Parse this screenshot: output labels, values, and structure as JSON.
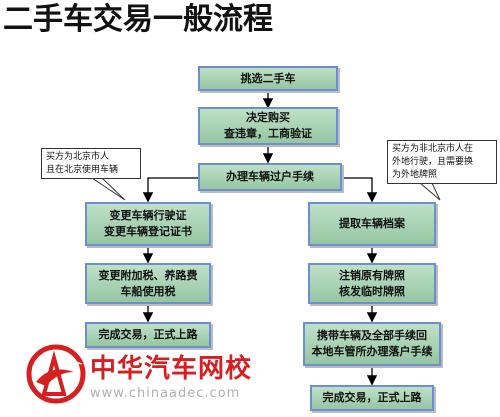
{
  "title": "二手车交易一般流程",
  "steps": {
    "select": "挑选二手车",
    "decide_line1": "决定购买",
    "decide_line2": "查违章，工商验证",
    "transfer": "办理车辆过户手续",
    "left1_line1": "变更车辆行驶证",
    "left1_line2": "变更车辆登记证书",
    "left2_line1": "变更附加税、养路费",
    "left2_line2": "车船使用税",
    "left3": "完成交易，正式上路",
    "right1": "提取车辆档案",
    "right2_line1": "注销原有牌照",
    "right2_line2": "核发临时牌照",
    "right3_line1": "携带车辆及全部手续回",
    "right3_line2": "本地车管所办理落户手续",
    "right4": "完成交易，正式上路"
  },
  "notes": {
    "left_line1": "买方为北京市人",
    "left_line2": "且在北京使用车辆",
    "right_line1": "买方为非北京市人在",
    "right_line2": "外地行驶，且需要换",
    "right_line3": "为外地牌照"
  },
  "logo": {
    "name": "中华汽车网校",
    "url": "www.chinaadec.com"
  },
  "colors": {
    "box_fill": "#a8d3b3",
    "box_border": "#6b8fd0",
    "logo_red": "#d62020"
  }
}
